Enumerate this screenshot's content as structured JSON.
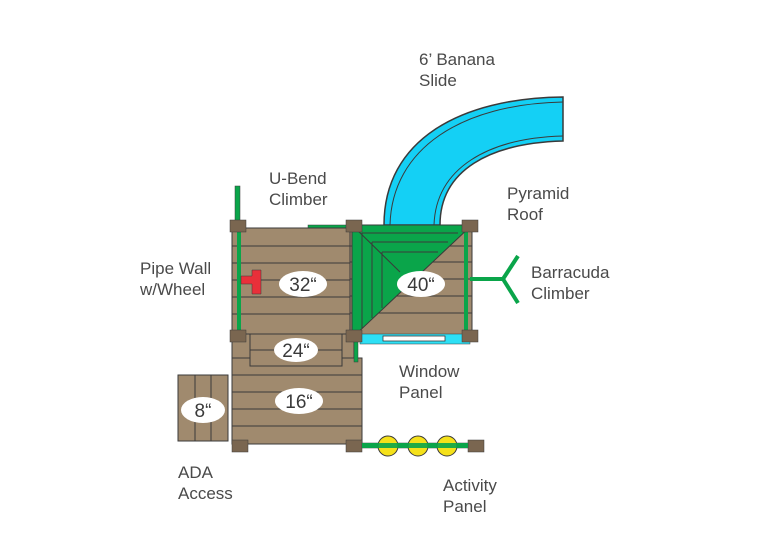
{
  "title": "Playset Top-Down Layout Diagram",
  "colors": {
    "wood": "#a08a6e",
    "wood_dark": "#7a6650",
    "outline": "#3a3a3a",
    "green": "#0aa54a",
    "slide": "#14d0f5",
    "wheel": "#e8303a",
    "panel_yellow": "#f5e11a",
    "window_cyan": "#2ee0f5"
  },
  "labels": {
    "banana_slide": "6’ Banana\nSlide",
    "u_bend_climber": "U-Bend\nClimber",
    "pyramid_roof": "Pyramid\nRoof",
    "pipe_wall": "Pipe Wall\nw/Wheel",
    "barracuda_climber": "Barracuda\nClimber",
    "window_panel": "Window\nPanel",
    "ada_access": "ADA\nAccess",
    "activity_panel": "Activity\nPanel"
  },
  "deck_heights": {
    "deck_32": "32“",
    "deck_40": "40“",
    "deck_24": "24“",
    "deck_16": "16“",
    "deck_8": "8“"
  }
}
